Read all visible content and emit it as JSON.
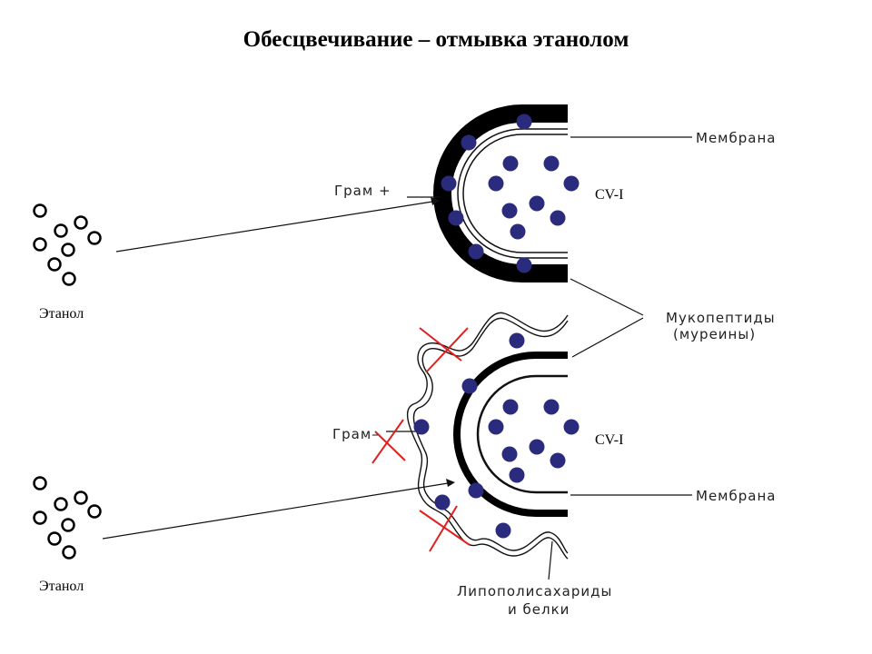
{
  "title": "Обесцвечивание – отмывка этанолом",
  "labels": {
    "membrane_top": "Мембрана",
    "membrane_bottom": "Мембрана",
    "gram_pos": "Грам +",
    "gram_neg": "Грам–",
    "cv_top": "CV-I",
    "cv_bottom": "CV-I",
    "mucopeptides_line1": "Мукопептиды",
    "mucopeptides_line2": "(муреины)",
    "lps_line1": "Липополисахариды",
    "lps_line2": "и белки",
    "ethanol_top": "Этанол",
    "ethanol_bottom": "Этанол"
  },
  "colors": {
    "dye_dot": "#2b2b7e",
    "cross": "#e0201e",
    "wall": "#000000"
  }
}
